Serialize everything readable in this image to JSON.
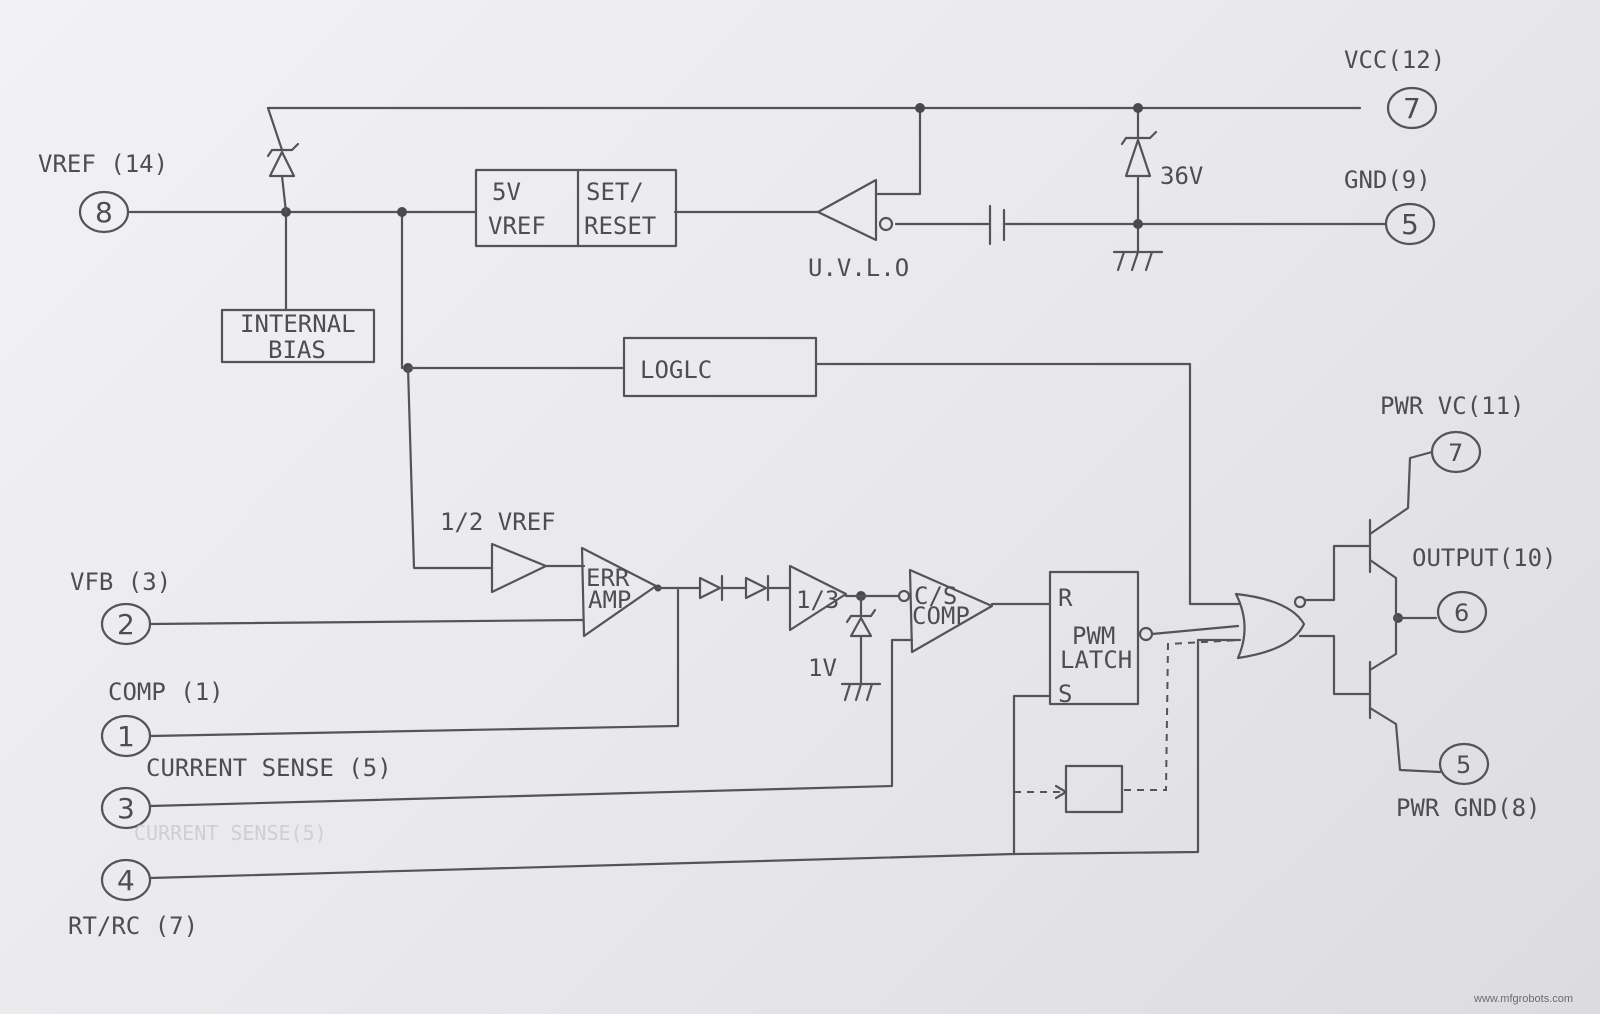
{
  "pins": {
    "vref": {
      "number": "8",
      "label": "VREF (14)"
    },
    "vcc": {
      "number": "7",
      "label": "VCC(12)"
    },
    "gnd": {
      "number": "5",
      "label": "GND(9)"
    },
    "vfb": {
      "number": "2",
      "label": "VFB (3)"
    },
    "comp": {
      "number": "1",
      "label": "COMP (1)"
    },
    "current_sense": {
      "number": "3",
      "label": "CURRENT SENSE (5)"
    },
    "rt_ct": {
      "number": "4",
      "label": "RT/RC (7)"
    },
    "pwr_vc": {
      "number": "7",
      "label": "PWR VC(11)"
    },
    "output": {
      "number": "6",
      "label": "OUTPUT(10)"
    },
    "pwr_gnd": {
      "number": "5",
      "label": "PWR GND(8)"
    }
  },
  "blocks": {
    "vref_5v": {
      "line1": "5V",
      "line2": "VREF"
    },
    "set_reset": {
      "line1": "SET/",
      "line2": "RESET"
    },
    "internal_bias": {
      "line1": "INTERNAL",
      "line2": "BIAS"
    },
    "logic": "LOGLC",
    "uvlo": "U.V.L.O",
    "zener_36v": "36V",
    "half_vref": "1/2 VREF",
    "err_amp": {
      "line1": "ERR",
      "line2": "AMP"
    },
    "div3": "1/3",
    "clamp_1v": "1V",
    "cs_comp": {
      "line1": "C/S",
      "line2": "COMP"
    },
    "pwm_latch": {
      "r": "R",
      "s": "S",
      "line1": "PWM",
      "line2": "LATCH"
    }
  },
  "faint_text": "CURRENT SENSE(5)",
  "watermark": "www.mfgrobots.com"
}
